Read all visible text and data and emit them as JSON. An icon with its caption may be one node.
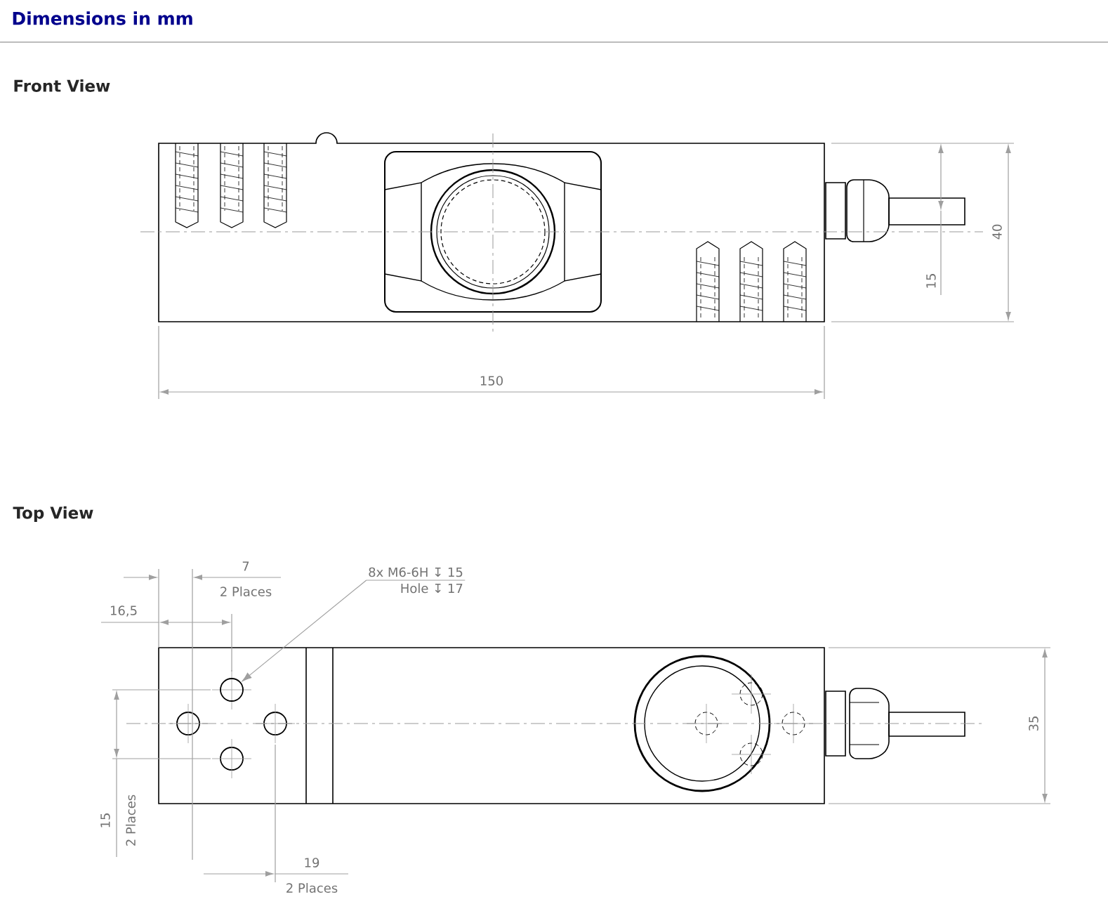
{
  "diagram": {
    "title": "Dimensions in mm",
    "nodes": [
      {
        "text": [
          "8x M6-6H ↧ 15",
          "Hole ↧ 17"
        ]
      },
      {
        "text": [],
        "shape": "circle"
      }
    ],
    "edges": [
      {
        "from": 0,
        "to": 1,
        "arrow": "to"
      }
    ],
    "labels": [
      "Front View",
      "40",
      "15",
      "150",
      "Top View",
      "7",
      "2 Places",
      "16,5",
      "35",
      "15",
      "2 Places",
      "19",
      "2 Places"
    ]
  }
}
